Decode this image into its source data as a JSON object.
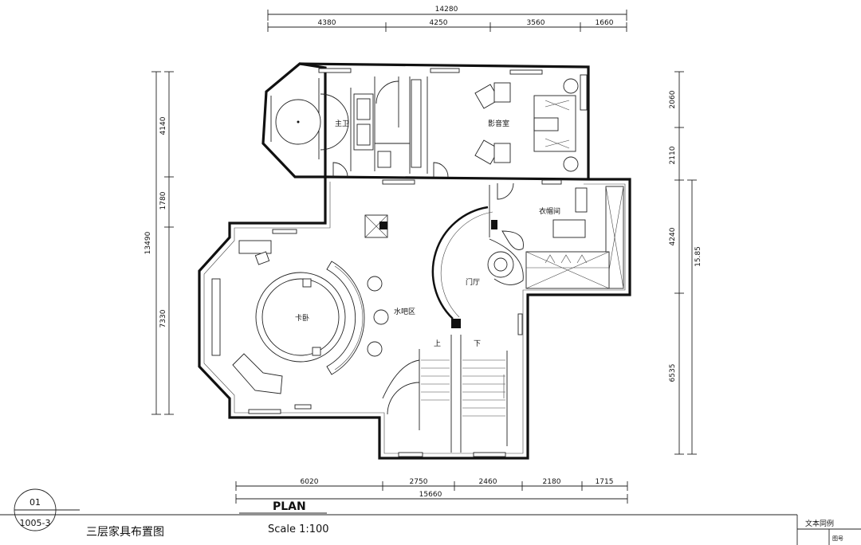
{
  "dimensions": {
    "top_total": "14280",
    "top_segments": [
      "4380",
      "4250",
      "3560",
      "1660"
    ],
    "left_total": "13490",
    "left_segments": [
      "4140",
      "1780",
      "7330"
    ],
    "right_total": "15.85",
    "right_segments": [
      "2060",
      "2110",
      "4240",
      "6535"
    ],
    "bottom_total": "15660",
    "bottom_segments": [
      "6020",
      "2750",
      "2460",
      "2180",
      "1715"
    ]
  },
  "rooms": {
    "master_bath": "主卫",
    "theater": "影音室",
    "cloakroom": "衣帽间",
    "foyer": "门厅",
    "bar": "水吧区",
    "bedroom": "卡卧",
    "stair_up": "上",
    "stair_down": "下"
  },
  "title_block": {
    "plan_label": "PLAN",
    "drawing_title": "三层家具布置图",
    "scale": "Scale 1:100",
    "ref_number": "01",
    "ref_sheet": "1005-3",
    "corner_label": "文本同例",
    "corner_note": "图号"
  }
}
